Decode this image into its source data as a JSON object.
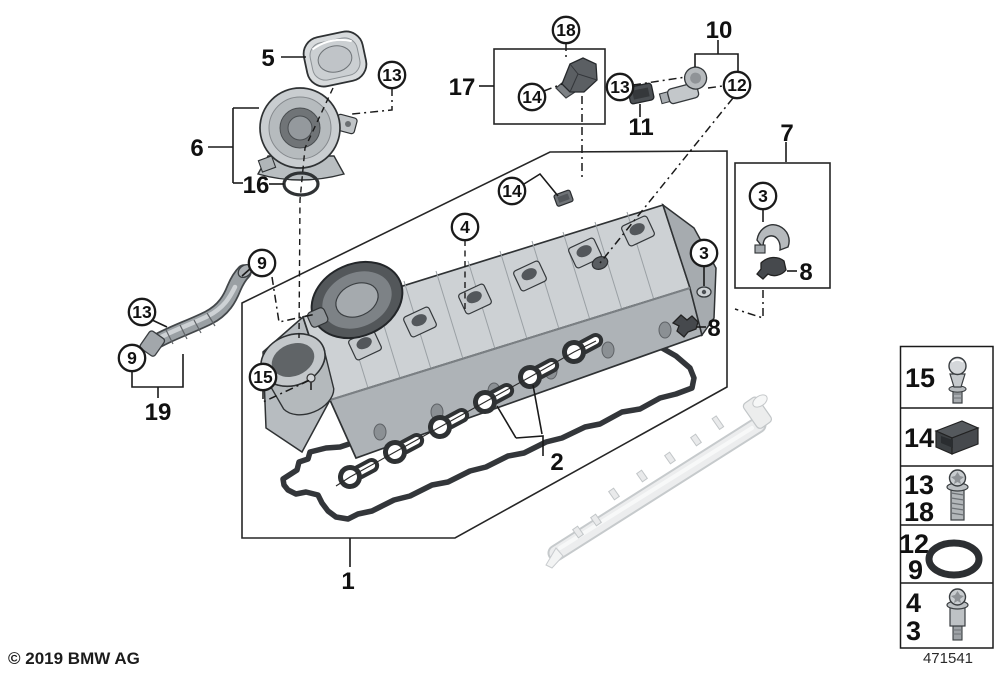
{
  "colors": {
    "background": "#ffffff",
    "line": "#1a1a1a",
    "part_light": "#cdd1d4",
    "part_mid": "#aeb3b7",
    "part_dark": "#4c5054",
    "gasket": "#33363a",
    "rail": "#ecedee"
  },
  "callouts": {
    "circled": [
      {
        "id": "13-top-left",
        "label": "13"
      },
      {
        "id": "18-top",
        "label": "18"
      },
      {
        "id": "14-box17",
        "label": "14"
      },
      {
        "id": "13-grommet",
        "label": "13"
      },
      {
        "id": "12-sensor",
        "label": "12"
      },
      {
        "id": "3-box7",
        "label": "3"
      },
      {
        "id": "14-cover",
        "label": "14"
      },
      {
        "id": "4-cover",
        "label": "4"
      },
      {
        "id": "3-cover",
        "label": "3"
      },
      {
        "id": "9-hose-top",
        "label": "9"
      },
      {
        "id": "13-hose",
        "label": "13"
      },
      {
        "id": "9-hose-low",
        "label": "9"
      },
      {
        "id": "15-stud",
        "label": "15"
      }
    ],
    "plain": [
      {
        "id": "5-cap",
        "label": "5"
      },
      {
        "id": "6-breather",
        "label": "6"
      },
      {
        "id": "16-oring",
        "label": "16"
      },
      {
        "id": "17-sensorbox",
        "label": "17"
      },
      {
        "id": "11-grommet",
        "label": "11"
      },
      {
        "id": "10-camsensor",
        "label": "10"
      },
      {
        "id": "7-bracketbox",
        "label": "7"
      },
      {
        "id": "8-box7",
        "label": "8"
      },
      {
        "id": "8-cover",
        "label": "8"
      },
      {
        "id": "19-hose",
        "label": "19"
      },
      {
        "id": "2-seals",
        "label": "2"
      },
      {
        "id": "1-cover",
        "label": "1"
      }
    ]
  },
  "legend": {
    "rows": [
      {
        "numbers": [
          "15"
        ],
        "icon": "ball-stud-icon"
      },
      {
        "numbers": [
          "14"
        ],
        "icon": "grommet-icon"
      },
      {
        "numbers": [
          "13",
          "18"
        ],
        "icon": "flange-screw-icon"
      },
      {
        "numbers": [
          "12",
          "9"
        ],
        "icon": "o-ring-icon"
      },
      {
        "numbers": [
          "4",
          "3"
        ],
        "icon": "shouldered-screw-icon"
      }
    ]
  },
  "footer": {
    "copyright": "© 2019 BMW AG",
    "figure_number": "471541"
  }
}
